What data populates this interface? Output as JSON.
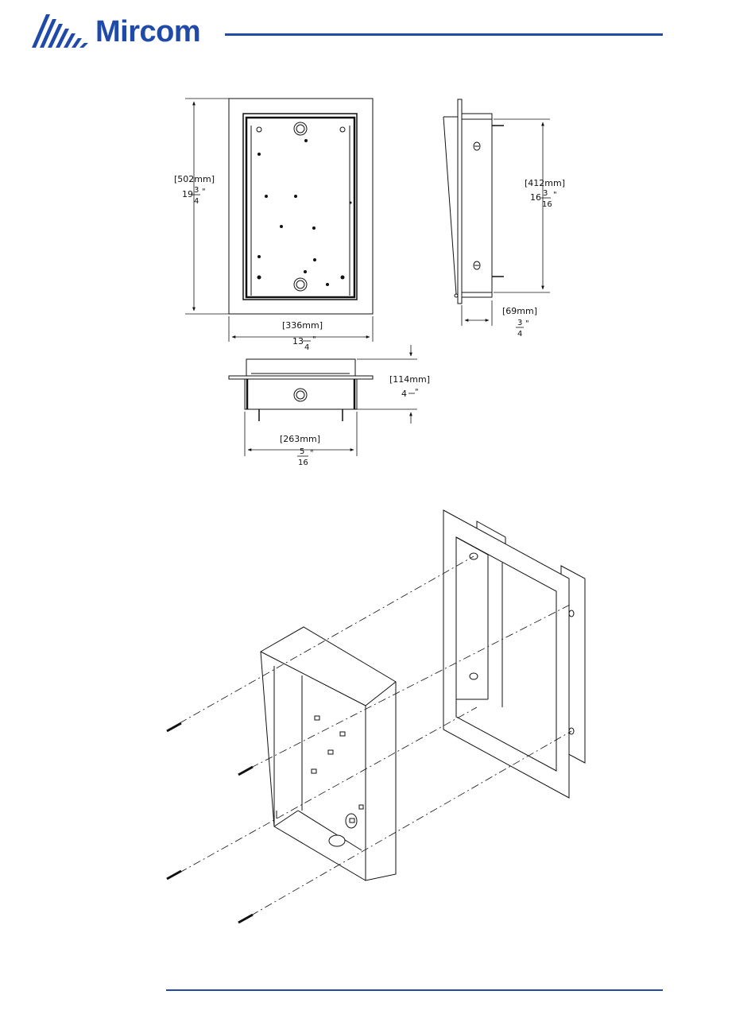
{
  "brand": {
    "name": "Mircom",
    "color": "#1f4aa8"
  },
  "dimensions": {
    "front_height": {
      "metric": "[502mm]",
      "whole": "19",
      "num": "3",
      "den": "4",
      "unit": "\""
    },
    "front_width": {
      "metric": "[336mm]",
      "whole": "13",
      "num": "",
      "den": "4",
      "unit": "\""
    },
    "side_height": {
      "metric": "[412mm]",
      "whole": "16",
      "num": "3",
      "den": "16",
      "unit": "\""
    },
    "side_depth": {
      "metric": "[69mm]",
      "whole": "",
      "num": "3",
      "den": "4",
      "unit": "\""
    },
    "bottom_depth": {
      "metric": "[114mm]",
      "whole": "4",
      "num": "",
      "den": "",
      "unit": "\""
    },
    "bottom_width": {
      "metric": "[263mm]",
      "whole": "",
      "num": "5",
      "den": "16",
      "unit": "\""
    }
  }
}
